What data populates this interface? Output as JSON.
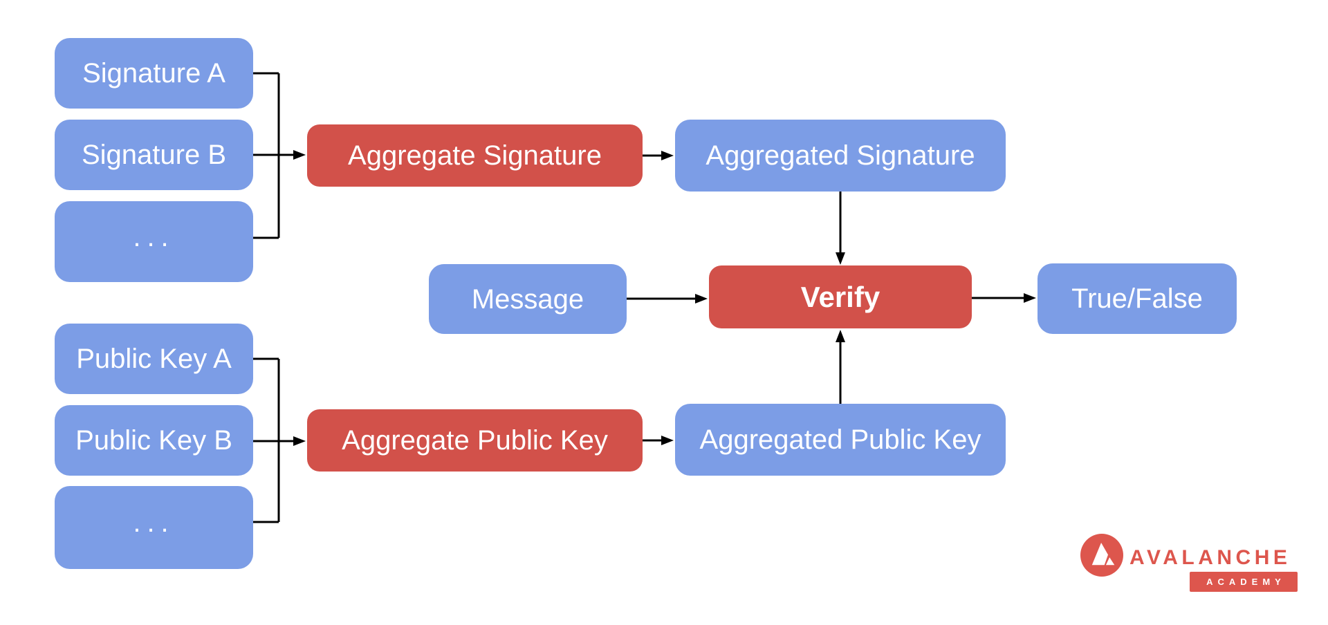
{
  "diagram": {
    "nodes": {
      "signature_a": {
        "label": "Signature A"
      },
      "signature_b": {
        "label": "Signature B"
      },
      "signature_more": {
        "label": "..."
      },
      "aggregate_signature": {
        "label": "Aggregate Signature"
      },
      "aggregated_signature": {
        "label": "Aggregated Signature"
      },
      "message": {
        "label": "Message"
      },
      "verify": {
        "label": "Verify"
      },
      "true_false": {
        "label": "True/False"
      },
      "public_key_a": {
        "label": "Public Key A"
      },
      "public_key_b": {
        "label": "Public Key B"
      },
      "public_key_more": {
        "label": "..."
      },
      "aggregate_public_key": {
        "label": "Aggregate Public Key"
      },
      "aggregated_public_key": {
        "label": "Aggregated Public Key"
      }
    },
    "colors": {
      "input_and_result_boxes": "#7c9de6",
      "operation_boxes": "#d2514a",
      "box_text": "#ffffff",
      "connector": "#000000",
      "logo_red": "#dd564d"
    }
  },
  "logo": {
    "brand": "AVALANCHE",
    "badge": "ACADEMY",
    "mark": "avalanche-triangle-icon"
  }
}
